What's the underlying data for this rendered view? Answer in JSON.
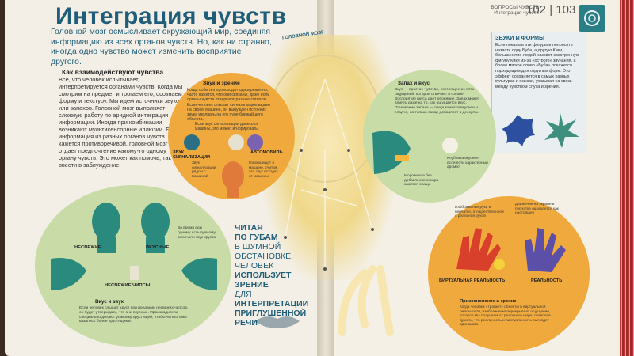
{
  "left_page": {
    "title": "Интеграция чувств",
    "intro": "Головной мозг осмысливает окружающий мир, соединяя информацию из всех органов чувств. Но, как ни странно, иногда одно чувство может изменить восприятие другого.",
    "subheading": "Как взаимодействуют чувства",
    "body": "Все, что человек испытывает, интерпретируется органами чувств. Когда мы смотрим на предмет и трогаем его, осознаем форму и текстуру. Мы идем источники звуков или запахов. Головной мозг выполняет сложную работу по аридной интеграции информации. Иногда при комбинации возникают мультисенсорные иллюзии. Если информация из разных органов чувств кажется противоречивой, головной мозг отдает предпочтение какому-то одному органу чувств. Это может как помочь, так и ввести в заблуждение.",
    "sound_circle": {
      "title": "Звук и зрение",
      "text": "Когда события происходят одновременно, часто кажется, что они связаны, даже если органы чувств отвергают разные сигналы. Если человек слышит сигнализацию видим на своем машине, он вынужден источник звука изолвать на его пуле ближайшего объекта.",
      "note_top": "Если звук сигнализации далеко от машины, это можно игнорировать.",
      "label_alarm": "ЗВУК СИГНАЛИЗАЦИИ",
      "label_car": "АВТОМОБИЛЬ",
      "caption_left": "Звук сигнализации рядом с машиной",
      "caption_right": "Голова ищет в машине, считая, что звук исходит от машины"
    },
    "lips_circle": {
      "label_stale": "НЕСВЕЖИЕ",
      "label_tasty": "ВКУСНЫЕ",
      "label_chips": "НЕСВЕЖИЕ ЧИПСЫ",
      "caption_side": "Во время еды одному испытуемому включали звук хруста",
      "title": "Вкус и звук",
      "text": "Если человек слышит хруст при поедании несвежих чипсов, он будет утверждать, что они вкусные. Производители специально делают упаковку хрустящей, чтобы чипсы тоже казались более хрустящими."
    },
    "quote": {
      "l1": "ЧИТАЯ",
      "l2": "ПО ГУБАМ",
      "l3": "В ШУМНОЙ",
      "l4": "ОБСТАНОВКЕ,",
      "l5": "ЧЕЛОВЕК",
      "l6": "ИСПОЛЬЗУЕТ",
      "l7": "ЗРЕНИЕ",
      "l8": "ДЛЯ",
      "l9": "ИНТЕРПРЕТАЦИИ",
      "l10": "ПРИГЛУШЕННОЙ РЕЧИ"
    },
    "brain_label": "ГОЛОВНОЙ МОЗГ"
  },
  "right_page": {
    "running_head_1": "ВОПРОСЫ ЧУВСТВ",
    "running_head_2": "Интеграция чувств",
    "page_numbers": "102 | 103",
    "box": {
      "title": "ЗВУКИ И ФОРМЫ",
      "text": "Если показать эти фигуры и попросить назвать одну Буба, а другую Кики, большинство людей назовет заостренную фигуру Кики из-за «острого» звучания, а более мягкое слово «Буба» покажется подходящим для округлых форм. Этот эффект сохраняется в самых разных культурах и языках, указывая на связь между чувством слуха и зрения."
    },
    "smell_circle": {
      "title": "Запах и вкус",
      "text": "Вкус — простое чувство, состоящее из пяти ощущений, которое отвечает в голове. Восприятие вкуса дает обоняние. Запах может влиять даже на то, как ощущается вкус. Понижение запаха — пища кажется вкуснее и сладче, но только сахар добавляет в десерты.",
      "caption_right": "Клубника вкуснее, если есть характерный аромат",
      "caption_bottom": "Мороженое без добавления сахара кажется слаще"
    },
    "vision_touch_circle": {
      "caption_left": "Изображение руки в перчатке, отождествленной с реальной рукой",
      "caption_right": "Движение на экране в перчатке ощущается как настоящее",
      "label_virtual": "ВИРТУАЛЬНАЯ РЕАЛЬНОСТЬ",
      "label_reality": "РЕАЛЬНОСТЬ",
      "title": "Прикосновение и зрение",
      "text": "Когда человек «трогает» объекты в виртуальной реальности, изображение перекрывает ощущение, которое мы получаем от реального мира, позволяя думать, что реальность и виртуальность выглядят одинаково."
    }
  },
  "colors": {
    "title_blue": "#1f5d78",
    "orange": "#f0a93d",
    "sage": "#c9dca8",
    "page": "#f3efe6",
    "red_hand": "#d9402b",
    "purple_hand": "#5b4fa8"
  }
}
